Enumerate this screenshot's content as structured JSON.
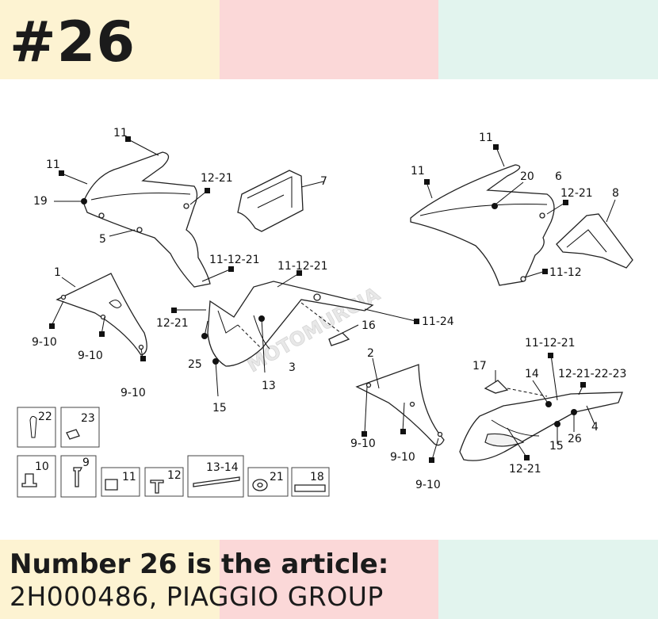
{
  "header": {
    "number": "#26"
  },
  "footer": {
    "line1": "Number 26 is the article:",
    "line2": "2H000486, PIAGGIO GROUP"
  },
  "diagram": {
    "labels": {
      "l11a": "11",
      "l11b": "11",
      "l19": "19",
      "l5": "5",
      "l12_21a": "12-21",
      "l7": "7",
      "l11_12_21a": "11-12-21",
      "l11_12_21b": "11-12-21",
      "l1": "1",
      "l9_10a": "9-10",
      "l9_10b": "9-10",
      "l9_10c": "9-10",
      "l12_21b": "12-21",
      "l25": "25",
      "l15a": "15",
      "l13": "13",
      "l3": "3",
      "l16": "16",
      "l11_24": "11-24",
      "l11c": "11",
      "l11d": "11",
      "l20": "20",
      "l6": "6",
      "l12_21c": "12-21",
      "l8": "8",
      "l11_12": "11-12",
      "l2": "2",
      "l9_10d": "9-10",
      "l9_10e": "9-10",
      "l9_10f": "9-10",
      "l17": "17",
      "l14": "14",
      "l11_12_21c": "11-12-21",
      "l12_21_22_23": "12-21-22-23",
      "l4": "4",
      "l26": "26",
      "l15b": "15",
      "l12_21d": "12-21"
    },
    "hardware": {
      "h22": "22",
      "h23": "23",
      "h10": "10",
      "h9": "9",
      "h11": "11",
      "h12": "12",
      "h13_14": "13-14",
      "h21": "21",
      "h18": "18"
    },
    "watermark": "MOTOMURCIA"
  }
}
